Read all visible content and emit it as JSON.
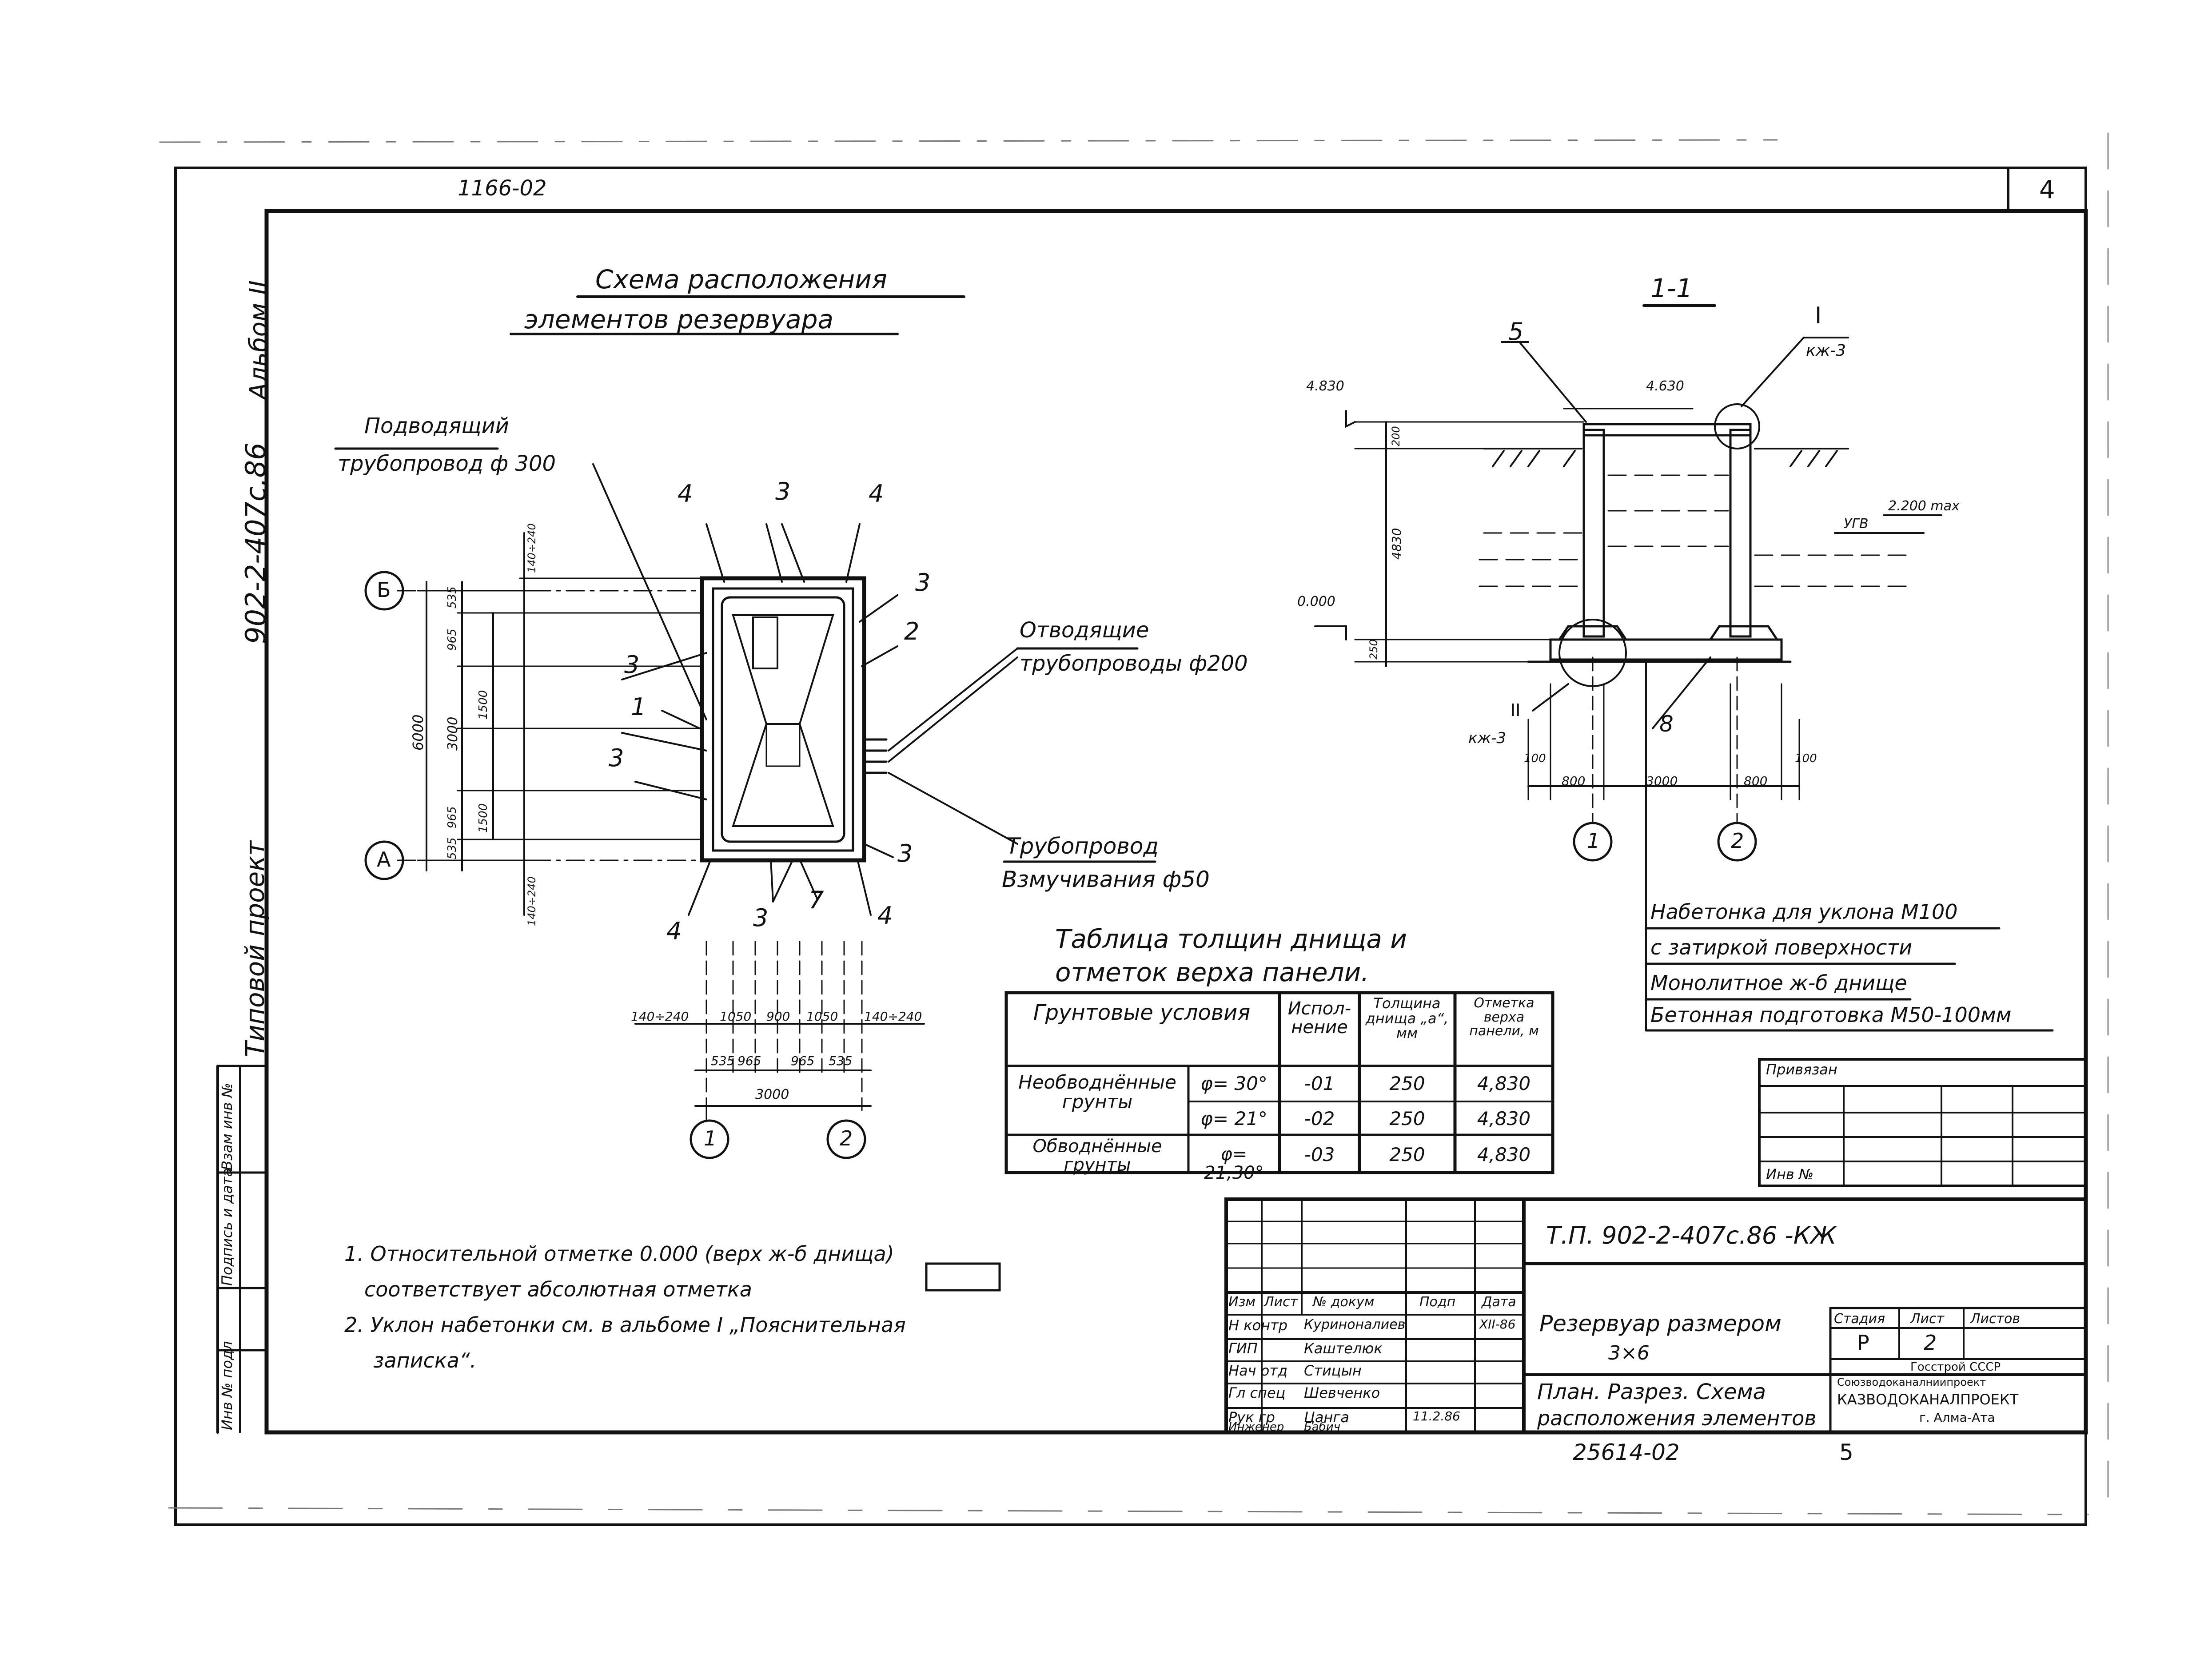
{
  "header": {
    "drawing_number": "1166-02",
    "sheet_corner": "4",
    "album": "Альбом II",
    "project_code_vertical": "902-2-407с.86",
    "project_type_vertical": "Типовой проект"
  },
  "plan": {
    "title_line1": "Схема   расположения",
    "title_line2": "элементов   резервуара",
    "inlet_label_1": "Подводящий",
    "inlet_label_2": "трубопровод  ф 300",
    "outlet_label_1": "Отводящие",
    "outlet_label_2": "трубопроводы ф200",
    "agitation_label_1": "Трубопровод",
    "agitation_label_2": "Взмучивания  ф50",
    "axis_B": "Б",
    "axis_A": "А",
    "axis_1": "1",
    "axis_2": "2",
    "element_marks": [
      "4",
      "3",
      "4",
      "3",
      "2",
      "3",
      "1",
      "3",
      "3",
      "4",
      "3",
      "7",
      "4"
    ],
    "dim_left_overall": "6000",
    "dim_left_parts": [
      "535",
      "965",
      "3000",
      "965",
      "535"
    ],
    "dim_left_inner": [
      "1500",
      "1500"
    ],
    "dim_left_ext_top": "140÷240",
    "dim_left_ext_bottom": "140÷240",
    "dim_bottom_upper": [
      "140÷240",
      "1050",
      "900",
      "1050",
      "140÷240"
    ],
    "dim_bottom_lower": [
      "535",
      "965",
      "965",
      "535"
    ],
    "dim_bottom_overall": "3000"
  },
  "section": {
    "title": "1-1",
    "mark_5": "5",
    "mark_I": "I",
    "mark_I_ref": "кж-3",
    "mark_II": "II",
    "mark_II_ref": "кж-3",
    "mark_8": "8",
    "level_top_left": "4.830",
    "level_top_mid": "4.630",
    "level_zero": "0.000",
    "level_water": "2.200  max",
    "ugv": "УГВ",
    "dims_vertical": [
      "200",
      "4830",
      "250"
    ],
    "dims_bottom": [
      "100",
      "800",
      "3000",
      "800",
      "100"
    ],
    "axis_1": "1",
    "axis_2": "2",
    "layers": [
      "Набетонка для уклона М100",
      "с затиркой  поверхности",
      "Монолитное ж-б днище",
      "Бетонная подготовка  М50-100мм"
    ]
  },
  "table": {
    "caption_line1": "Таблица  толщин  днища  и",
    "caption_line2": "отметок   верха   панели.",
    "headers": [
      "Грунтовые условия",
      "Испол-нение",
      "Толщина днища „а“, мм",
      "Отметка верха панели, м"
    ],
    "rows": [
      {
        "cond": "Необводнённые грунты",
        "phi": "φ= 30°",
        "exec": "-01",
        "thick": "250",
        "mark": "4,830"
      },
      {
        "cond": "",
        "phi": "φ= 21°",
        "exec": "-02",
        "thick": "250",
        "mark": "4,830"
      },
      {
        "cond": "Обводнённые грунты",
        "phi": "φ= 21,30°",
        "exec": "-03",
        "thick": "250",
        "mark": "4,830"
      }
    ]
  },
  "notes": {
    "line1": "1. Относительной  отметке  0.000  (верх  ж-б  днища)",
    "line2": "соответствует  абсолютная  отметка",
    "line3": "2. Уклон  набетонки  см.  в  альбоме  I  „Пояснительная",
    "line4": "записка“."
  },
  "stamp": {
    "privyazan": "Привязан",
    "inv_no": "Инв №",
    "code": "Т.П. 902-2-407с.86 -КЖ",
    "title_1": "Резервуар  размером",
    "title_2": "3×6",
    "title_3": "План.  Разрез.  Схема",
    "title_4": "расположения  элементов",
    "col_headers": [
      "Изм",
      "Лист",
      "№ докум",
      "Подп",
      "Дата"
    ],
    "roles": [
      "Н контр",
      "ГИП",
      "Нач отд",
      "Гл спец",
      "Рук гр",
      "Инженер"
    ],
    "names": [
      "Куриноналиев",
      "Каштелюк",
      "Стицын",
      "Шевченко",
      "Цанга",
      "Бабич"
    ],
    "dates": [
      "XII-86",
      "",
      "",
      "",
      "11.2.86",
      ""
    ],
    "stage_label": "Стадия",
    "sheet_label": "Лист",
    "sheets_label": "Листов",
    "stage": "Р",
    "sheet": "2",
    "org_1": "Госстрой СССР",
    "org_2": "Союзводоканалниипроект",
    "org_3": "КАЗВОДОКАНАЛПРОЕКТ",
    "org_4": "г. Алма-Ата",
    "archive": "25614-02",
    "page": "5"
  },
  "side_stamp": {
    "labels": [
      "Инв № подл",
      "Подпись и дата",
      "Взам инв №"
    ]
  }
}
